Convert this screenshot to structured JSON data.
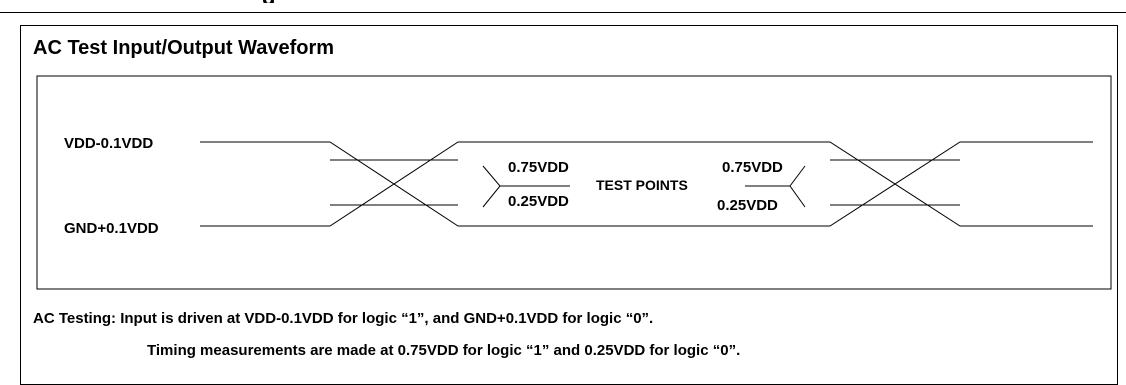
{
  "heading_fragment": "g",
  "title": "AC Test Input/Output Waveform",
  "waveform": {
    "high_level_label": "VDD-0.1VDD",
    "low_level_label": "GND+0.1VDD",
    "test_high_left": "0.75VDD",
    "test_low_left": "0.25VDD",
    "test_points_label": "TEST POINTS",
    "test_high_right": "0.75VDD",
    "test_low_right": "0.25VDD"
  },
  "notes": {
    "line1": "AC Testing: Input is driven at VDD-0.1VDD for logic “1”, and GND+0.1VDD for logic “0”.",
    "line2": "Timing measurements are made at 0.75VDD for logic “1” and 0.25VDD for logic “0”."
  }
}
